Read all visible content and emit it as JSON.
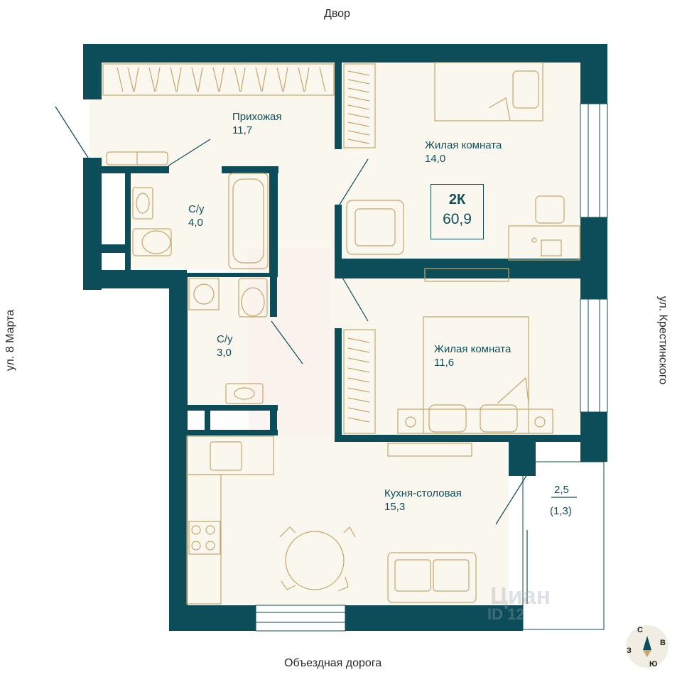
{
  "streets": {
    "top": "Двор",
    "bottom": "Объездная дорога",
    "left": "ул. 8 Марта",
    "right": "ул. Крестинского"
  },
  "apartment": {
    "code": "2К",
    "area": "60,9"
  },
  "rooms": {
    "hallway": {
      "name": "Прихожая",
      "area": "11,7"
    },
    "bathroom1": {
      "name": "С/у",
      "area": "4,0"
    },
    "bathroom2": {
      "name": "С/у",
      "area": "3,0"
    },
    "living1": {
      "name": "Жилая комната",
      "area": "14,0"
    },
    "living2": {
      "name": "Жилая комната",
      "area": "11,6"
    },
    "kitchen": {
      "name": "Кухня-столовая",
      "area": "15,3"
    },
    "balcony": {
      "area": "2,5",
      "area_reduced": "(1,3)"
    }
  },
  "compass": {
    "n": "С",
    "s": "Ю",
    "w": "З",
    "e": "В"
  },
  "watermark": {
    "line1": "Циан",
    "line2": "ID 12"
  },
  "colors": {
    "wall": "#0c4d59",
    "floor": "#faf7ee",
    "furniture": "#c9a56a",
    "accent": "#f5e9e6"
  }
}
